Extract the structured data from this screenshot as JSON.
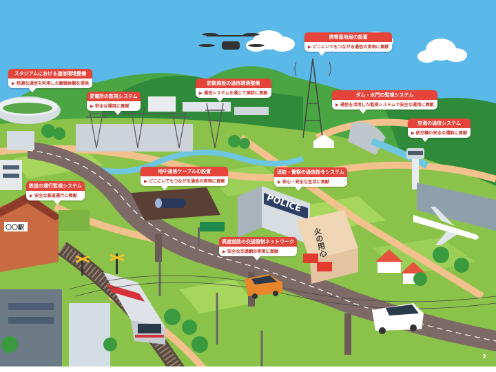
{
  "callouts": [
    {
      "id": "stadium",
      "title": "スタジアムにおける通信環境整備",
      "desc": "▶ 快適な通信を利用した観戦体験を提供"
    },
    {
      "id": "substation",
      "title": "変電所の監視システム",
      "desc": "▶ 安全な運用に貢献"
    },
    {
      "id": "defense",
      "title": "防衛施設の通信環境整備",
      "desc": "▶ 通信システムを通じて国防に貢献"
    },
    {
      "id": "basestation",
      "title": "携帯基地局の設置",
      "desc": "▶ どこにいてもつながる通信の実現に貢献"
    },
    {
      "id": "dam",
      "title": "ダム・水門の監視システム",
      "desc": "▶ 通信を活用した監視システムで安全な運用に貢献"
    },
    {
      "id": "airport",
      "title": "空港の通信システム",
      "desc": "▶ 航空機の安全な運航に貢献"
    },
    {
      "id": "railway",
      "title": "鉄道の運行監視システム",
      "desc": "▶ 安全な鉄道運行に貢献"
    },
    {
      "id": "underground",
      "title": "地中通信ケーブルの設置",
      "desc": "▶ どこにいてもつながる通信の実現に貢献"
    },
    {
      "id": "firepolice",
      "title": "消防・警察の通信指令システム",
      "desc": "▶ 安心・安全な生活に貢献"
    },
    {
      "id": "expressway",
      "title": "高速道路の交通管制ネットワーク",
      "desc": "▶ 安全な交通網の実現に貢献"
    }
  ],
  "signs": {
    "police": "POLICE",
    "fire": "火の用心",
    "station": "〇〇駅"
  },
  "page_number": "2",
  "colors": {
    "sky": "#5bb9ea",
    "hill": "#57b24a",
    "callout_red": "#e4443a",
    "road": "#7d6a66",
    "water": "#6ec6e0"
  }
}
